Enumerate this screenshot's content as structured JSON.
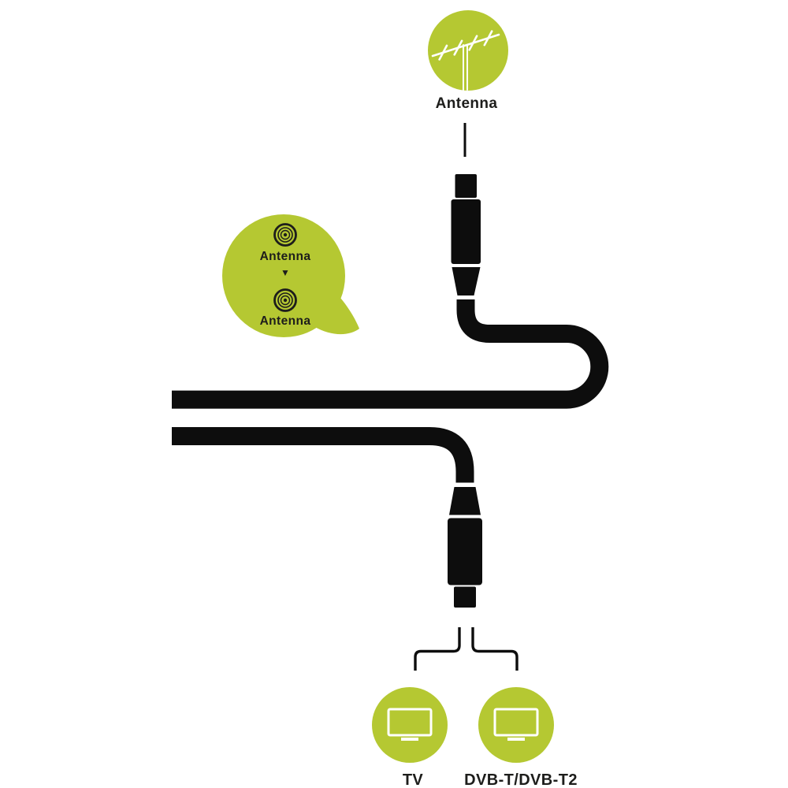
{
  "colors": {
    "green": "#b5c832",
    "ink": "#0d0d0d",
    "text": "#1d1d1b",
    "white": "#ffffff"
  },
  "source": {
    "label": "Antenna"
  },
  "bubble": {
    "from_label": "Antenna",
    "arrow_glyph": "▼",
    "to_label": "Antenna"
  },
  "outputs": [
    {
      "label": "TV"
    },
    {
      "label": "DVB-T/DVB-T2"
    }
  ]
}
